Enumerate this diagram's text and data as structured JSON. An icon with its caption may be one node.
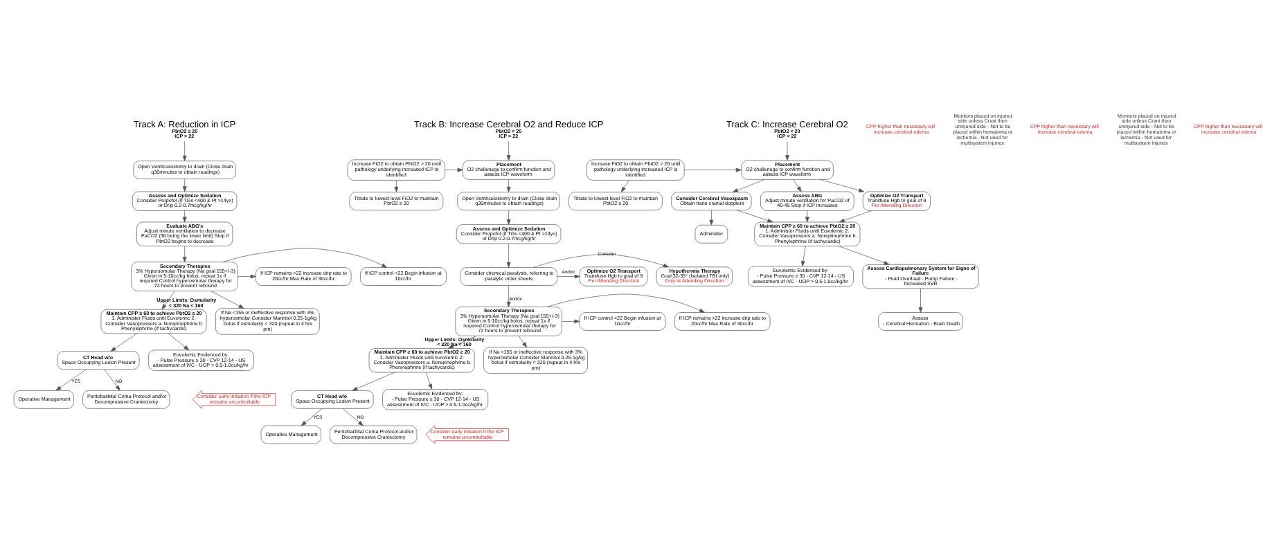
{
  "diagram": {
    "nodes": [
      {
        "text": [
          "Track A: Reduction in ICP",
          "PbtO2 ≥ 20",
          "ICP > 22"
        ]
      },
      {
        "text": [
          "Open Ventriculostomy to drain (Close drain q30minutes to obtain readings)"
        ]
      },
      {
        "text": [
          "Assess and Optimize Sedation",
          "Consider Propofol (if TGs <400 & Pt >14yo) or Drip 0.2-0.7mcg/kg/hr"
        ]
      },
      {
        "text": [
          "Evaluate ABG's",
          "Adjust minute ventilation to decrease PaCO2 (30 being the lower limit) Stop if PbtO2 begins to decrease"
        ]
      },
      {
        "text": [
          "Secondary Therapies",
          "3% Hypersomolar Therapy (Na goal 155+/-3) Given in 5-10cc/kg bolus, repeat 1x if required Control hyperosmolar therapy for 72 hours to prevent rebound"
        ]
      },
      {
        "text": [
          "If ICP control <22 Begin infusion at 10cc/hr"
        ]
      },
      {
        "text": [
          "If ICP remains >22 increase drip rate to 20cc/hr Max Rate of 30cc/hr"
        ]
      },
      {
        "text": [
          "Maintain CPP ≥ 60 to achieve PbtO2 ≥ 20",
          "1. Administer Fluids until Euvolemic 2. Consider Vasopressors a. Norepinephrine b. Phenylephrine (if tachycardic)"
        ]
      },
      {
        "text": [
          "If Na <155 or ineffective response with 3% hyperosmolar Consider Mannitol 0.25-1g/kg bolus if osmolarity < 320 (repeat in 4 hrs prn)"
        ],
        "beside": [
          "Upper Limits: Osmolarity < 320 Na < 160"
        ]
      },
      {
        "text": [
          "CT Head w/o",
          "Space Occupying Lesion Present"
        ]
      },
      {
        "text": [
          "Euvolemic Evidenced by:",
          "- Pulse Pressure ≥ 30 - CVP 12-14 - US assessment of IVC - UOP > 0.5-1.0cc/kg/hr"
        ]
      },
      {
        "text": [
          "Operative Management"
        ]
      },
      {
        "text": [
          "Pentobarbital Coma Protocol and/or Decompressive Craniectomy"
        ]
      },
      {
        "text": [
          "Consider early initiation if the ICP remains uncontrollable"
        ]
      },
      {
        "text": [
          "Track B: Increase Cerebral O2 and Reduce ICP",
          "PbtO2 < 20",
          "ICP > 22"
        ]
      },
      {
        "text": [
          "Increase FiO2 to obtain PbtO2 > 20 until pathology underlying increased ICP is identified"
        ]
      },
      {
        "text": [
          "Placement",
          "O2 challenege to confirm function and assess ICP waveform"
        ]
      },
      {
        "text": [
          "Titrate to lowest level FiO2 to maintain PbtO2 ≥ 20"
        ]
      },
      {
        "text": [
          "Open Ventriculostomy to drain (Close drain q30minutes to obtain readings)"
        ]
      },
      {
        "text": [
          "Assess and Optimize Sedation",
          "Consider Propofol (if TGs <400 & Pt >14yo) or Drip 0.2-0.7mcg/kg/hr"
        ]
      },
      {
        "text": [
          "Optimize O2 Transport",
          "Transfuse Hgb to goal of 9",
          "Per Attending Direction"
        ]
      },
      {
        "text": [
          "Consider chemical paralysis, referring to paralytic order sheets"
        ]
      },
      {
        "text": [
          "Hypothermia Therapy",
          "Goal 32-35° (Isolated TBI only)",
          "Only at Attending Direction"
        ]
      },
      {
        "text": [
          "Secondary Therapies",
          "3% Hypersomolar Therapy (Na goal 155+/-3) Given in 5-10cc/kg bolus, repeat 1x if required Control hyperosmolar therapy for 72 hours to prevent rebound"
        ]
      },
      {
        "text": [
          "If ICP control <22 Begin infusion at 10cc/hr"
        ]
      },
      {
        "text": [
          "If ICP remains >22 increase drip rate to 20cc/hr Max Rate of 30cc/hr"
        ]
      },
      {
        "text": [
          "Maintain CPP ≥ 60 to achieve PbtO2 ≥ 20",
          "1. Administer Fluids until Euvolemic 2. Consider Vasopressors a. Norepinephrine b. Phenylephrine (if tachycardic)"
        ]
      },
      {
        "text": [
          "If Na <155 or ineffective response with 3% hyperosmolar Consider Mannitol 0.25-1g/kg bolus if osmolarity < 320 (repeat in 4 hrs prn)"
        ],
        "beside": [
          "Upper Limits: Osmolarity < 320 Na < 160"
        ]
      },
      {
        "text": [
          "CT Head w/o",
          "Space Occupying Lesion Present"
        ]
      },
      {
        "text": [
          "Euvolemic Evidenced by:",
          "- Pulse Pressure ≥ 30 - CVP 12-14 - US assessment of IVC - UOP > 0.5-1.0cc/kg/hr"
        ]
      },
      {
        "text": [
          "Operative Management"
        ]
      },
      {
        "text": [
          "Pentobarbital Coma Protocol and/or Decompressive Craniectomy"
        ]
      },
      {
        "text": [
          "Consider early initiation if the ICP remains uncontrollable"
        ]
      },
      {
        "text": [
          "Track C: Increase Cerebral O2",
          "PbtO2 < 20",
          "ICP < 22"
        ]
      },
      {
        "text": [
          "Increase FiO2 to obtain PbtO2 > 20 until pathology underlying increased ICP is identified"
        ]
      },
      {
        "text": [
          "Placement",
          "O2 challenege to confirm function and assess ICP waveform"
        ]
      },
      {
        "text": [
          "Titrate to lowest level FiO2 to maintain PbtO2 ≥ 20"
        ]
      },
      {
        "text": [
          "Assess ABG",
          "Adjust minute ventilation for PaCO2 of 40-45 Stop if ICP increases"
        ]
      },
      {
        "text": [
          "Optimize O2 Transport",
          "Transfuse Hgb to goal of 9",
          "Per Attending Direction"
        ]
      },
      {
        "text": [
          "Consider Cerebral Vasospasm",
          "Obtain trans-cranial dopplers"
        ]
      },
      {
        "text": [
          "Administer"
        ]
      },
      {
        "text": [
          "Maintain CPP ≥ 60 to achieve PbtO2 ≥ 20",
          "1. Administer Fluids until Euvolemic 2. Consider Vasopressors a. Norepinephrine b. Phenylephrine (if tachycardic)"
        ]
      },
      {
        "text": [
          "Euvolemic Evidenced by:",
          "- Pulse Pressure ≥ 30 - CVP 12-14 - US assessment of IVC - UOP > 0.5-1.0cc/kg/hr"
        ]
      },
      {
        "text": [
          "Assess Cardiopulmonary System for Signs of Failure",
          "- Fluid Overload - Pump Failure - Increased SVR"
        ]
      },
      {
        "text": [
          "Assess",
          "- Cerebral Herniation - Brain Death"
        ]
      }
    ],
    "edges": [
      {
        "from": 0,
        "to": 1,
        "arrow": "to"
      },
      {
        "from": 1,
        "to": 2,
        "arrow": "to"
      },
      {
        "from": 2,
        "to": 3,
        "arrow": "to"
      },
      {
        "from": 3,
        "to": 4,
        "arrow": "to"
      },
      {
        "from": 4,
        "to": 5,
        "arrow": "to"
      },
      {
        "from": 4,
        "to": 6,
        "arrow": "to"
      },
      {
        "from": 4,
        "to": 7,
        "arrow": "to"
      },
      {
        "from": 4,
        "to": 8,
        "arrow": "to"
      },
      {
        "from": 7,
        "to": 9,
        "arrow": "to"
      },
      {
        "from": 7,
        "to": 10,
        "arrow": "to"
      },
      {
        "from": 9,
        "to": 11,
        "arrow": "to",
        "label": "YES"
      },
      {
        "from": 9,
        "to": 12,
        "arrow": "to",
        "label": "NO"
      },
      {
        "from": 14,
        "to": 16,
        "arrow": "to"
      },
      {
        "from": 15,
        "to": 16,
        "arrow": "to"
      },
      {
        "from": 15,
        "to": 17,
        "arrow": "to"
      },
      {
        "from": 16,
        "to": 18,
        "arrow": "to"
      },
      {
        "from": 18,
        "to": 19,
        "arrow": "to"
      },
      {
        "from": 19,
        "to": 21,
        "arrow": "to"
      },
      {
        "from": 21,
        "to": 20,
        "arrow": "to",
        "label": "And/or"
      },
      {
        "from": 21,
        "to": 22,
        "arrow": "to",
        "label": "Consider"
      },
      {
        "from": 21,
        "to": 23,
        "arrow": "to",
        "label": "And/or"
      },
      {
        "from": 23,
        "to": 24,
        "arrow": "to"
      },
      {
        "from": 23,
        "to": 25,
        "arrow": "to"
      },
      {
        "from": 23,
        "to": 26,
        "arrow": "to"
      },
      {
        "from": 23,
        "to": 27,
        "arrow": "to"
      },
      {
        "from": 26,
        "to": 28,
        "arrow": "to"
      },
      {
        "from": 26,
        "to": 29,
        "arrow": "to"
      },
      {
        "from": 28,
        "to": 30,
        "arrow": "to",
        "label": "YES"
      },
      {
        "from": 28,
        "to": 31,
        "arrow": "to",
        "label": "NO"
      },
      {
        "from": 33,
        "to": 35,
        "arrow": "to"
      },
      {
        "from": 34,
        "to": 35,
        "arrow": "to"
      },
      {
        "from": 34,
        "to": 36,
        "arrow": "to"
      },
      {
        "from": 35,
        "to": 37,
        "arrow": "to"
      },
      {
        "from": 35,
        "to": 38,
        "arrow": "to"
      },
      {
        "from": 35,
        "to": 39,
        "arrow": "to"
      },
      {
        "from": 39,
        "to": 40,
        "arrow": "to"
      },
      {
        "from": 37,
        "to": 41,
        "arrow": "to"
      },
      {
        "from": 38,
        "to": 41,
        "arrow": "to"
      },
      {
        "from": 39,
        "to": 41,
        "arrow": "to"
      },
      {
        "from": 41,
        "to": 42,
        "arrow": "to"
      },
      {
        "from": 41,
        "to": 43,
        "arrow": "to"
      },
      {
        "from": 43,
        "to": 44,
        "arrow": "to"
      }
    ],
    "labels": [
      "CPP higher than necessary will increase cerebral edema",
      "Monitors placed on injured side unless Crani then uninjured side - Not to be placed within hematoma or ischemia - Not used for multisystem injuries",
      "CPP higher than necessary will increase cerebral edema",
      "Monitors placed on injured side unless Crani then uninjured side - Not to be placed within hematoma or ischemia - Not used for multisystem injuries",
      "CPP higher than necessary will increase cerebral edema"
    ]
  }
}
